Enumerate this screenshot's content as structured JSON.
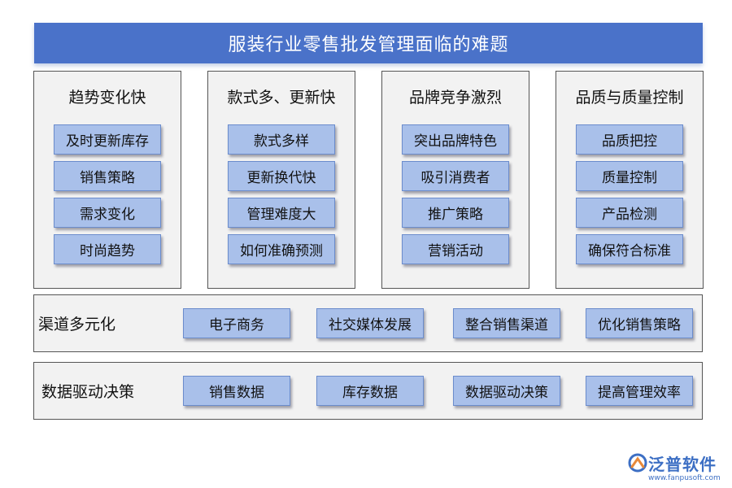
{
  "title": "服装行业零售批发管理面临的难题",
  "columns": [
    {
      "title": "趋势变化快",
      "items": [
        "及时更新库存",
        "销售策略",
        "需求变化",
        "时尚趋势"
      ]
    },
    {
      "title": "款式多、更新快",
      "items": [
        "款式多样",
        "更新换代快",
        "管理难度大",
        "如何准确预测"
      ]
    },
    {
      "title": "品牌竞争激烈",
      "items": [
        "突出品牌特色",
        "吸引消费者",
        "推广策略",
        "营销活动"
      ]
    },
    {
      "title": "品质与质量控制",
      "items": [
        "品质把控",
        "质量控制",
        "产品检测",
        "确保符合标准"
      ]
    }
  ],
  "rows": [
    {
      "label": "渠道多元化",
      "items": [
        "电子商务",
        "社交媒体发展",
        "整合销售渠道",
        "优化销售策略"
      ]
    },
    {
      "label": "数据驱动决策",
      "items": [
        "销售数据",
        "库存数据",
        "数据驱动决策",
        "提高管理效率"
      ]
    }
  ],
  "logo": {
    "name": "泛普软件",
    "url": "www.fanpusoft.com"
  },
  "colors": {
    "title_bg": "#4a72c9",
    "box_fill": "#a9c0ea",
    "panel_bg": "#f2f2f2",
    "logo": "#3d6fc4"
  }
}
